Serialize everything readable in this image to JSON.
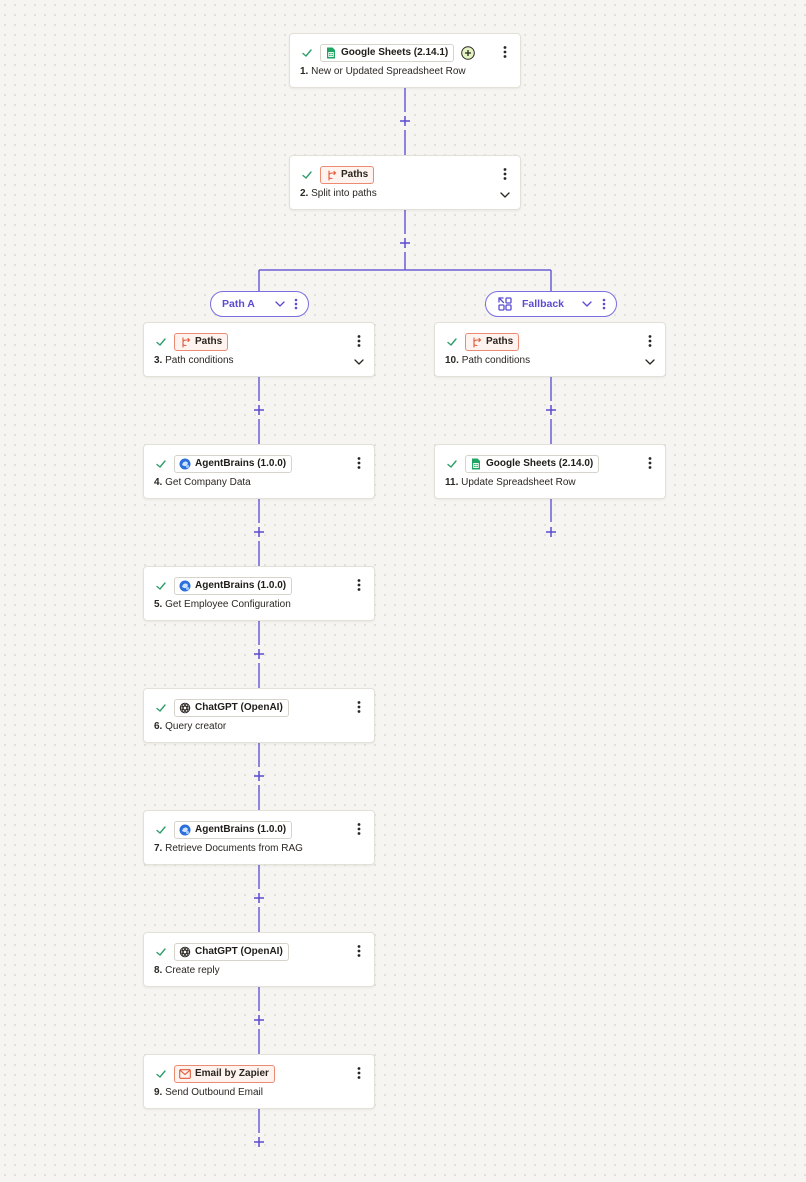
{
  "colors": {
    "accent": "#5a4bd1",
    "connector": "#6b5fd6",
    "check": "#2f9e6b",
    "paths_badge_border": "#ec8a72",
    "sheets_green": "#1fa463",
    "agentbrains_blue": "#2a6fdb"
  },
  "steps": [
    {
      "id": "step-1",
      "app": "Google Sheets (2.14.1)",
      "icon": "google-sheets-icon",
      "number": "1.",
      "title": "New or Updated Spreadsheet Row",
      "has_chevron": false,
      "has_extra": true
    },
    {
      "id": "step-2",
      "app": "Paths",
      "icon": "paths-icon",
      "number": "2.",
      "title": "Split into paths",
      "has_chevron": true
    },
    {
      "id": "step-3",
      "app": "Paths",
      "icon": "paths-icon",
      "number": "3.",
      "title": "Path conditions",
      "has_chevron": true
    },
    {
      "id": "step-4",
      "app": "AgentBrains (1.0.0)",
      "icon": "agentbrains-icon",
      "number": "4.",
      "title": "Get Company Data",
      "has_chevron": false
    },
    {
      "id": "step-5",
      "app": "AgentBrains (1.0.0)",
      "icon": "agentbrains-icon",
      "number": "5.",
      "title": "Get Employee Configuration",
      "has_chevron": false
    },
    {
      "id": "step-6",
      "app": "ChatGPT (OpenAI)",
      "icon": "openai-icon",
      "number": "6.",
      "title": "Query creator",
      "has_chevron": false
    },
    {
      "id": "step-7",
      "app": "AgentBrains (1.0.0)",
      "icon": "agentbrains-icon",
      "number": "7.",
      "title": "Retrieve Documents from RAG",
      "has_chevron": false
    },
    {
      "id": "step-8",
      "app": "ChatGPT (OpenAI)",
      "icon": "openai-icon",
      "number": "8.",
      "title": "Create reply",
      "has_chevron": false
    },
    {
      "id": "step-9",
      "app": "Email by Zapier",
      "icon": "email-icon",
      "number": "9.",
      "title": "Send Outbound Email",
      "has_chevron": false
    },
    {
      "id": "step-10",
      "app": "Paths",
      "icon": "paths-icon",
      "number": "10.",
      "title": "Path conditions",
      "has_chevron": true
    },
    {
      "id": "step-11",
      "app": "Google Sheets (2.14.0)",
      "icon": "google-sheets-icon",
      "number": "11.",
      "title": "Update Spreadsheet Row",
      "has_chevron": false
    }
  ],
  "paths": [
    {
      "id": "path-a",
      "label": "Path A",
      "icon": ""
    },
    {
      "id": "path-fallback",
      "label": "Fallback",
      "icon": "fallback-icon"
    }
  ]
}
